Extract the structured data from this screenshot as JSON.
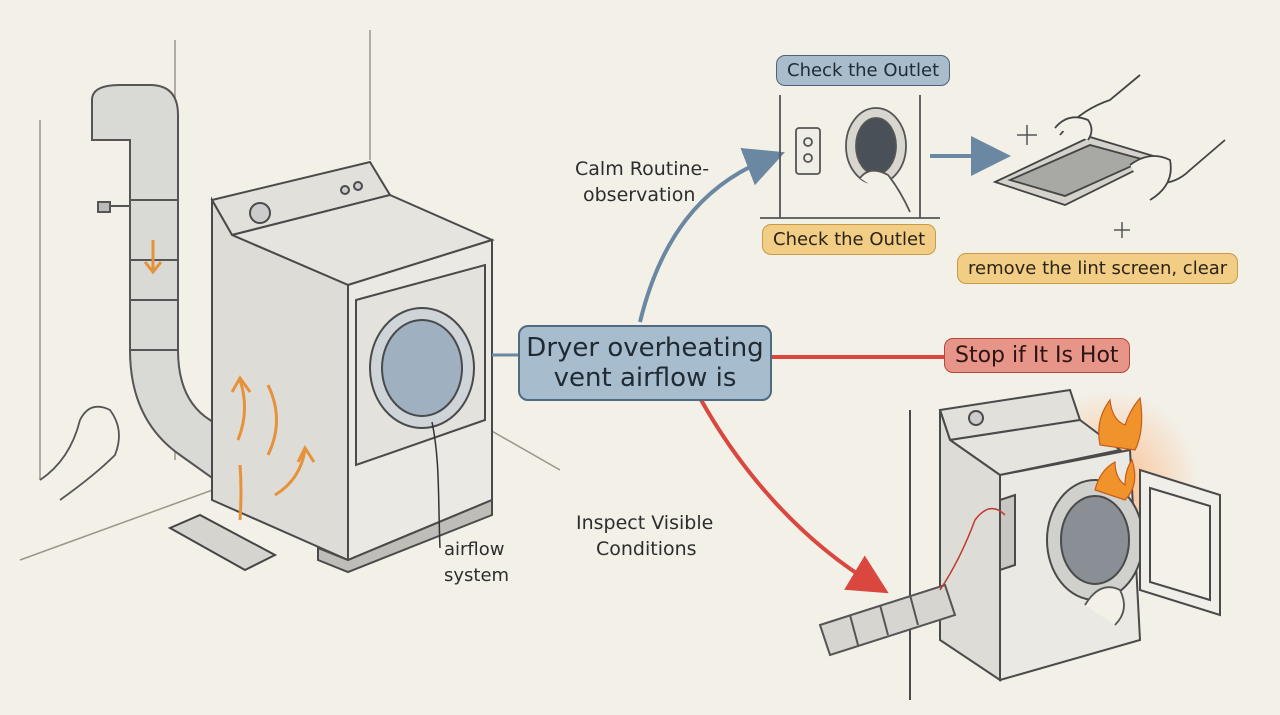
{
  "center_label": {
    "line1": "Dryer overheating",
    "line2": "vent airflow is"
  },
  "labels": {
    "check_outlet_top": "Check the Outlet",
    "check_outlet_bottom": "Check the Outlet",
    "remove_lint": "remove the lint screen, clear",
    "stop_hot": "Stop if It Is Hot"
  },
  "notes": {
    "calm_line1": "Calm Routine-",
    "calm_line2": "observation",
    "inspect_line1": "Inspect Visible",
    "inspect_line2": "Conditions",
    "airflow_line1": "airflow",
    "airflow_line2": "system"
  },
  "colors": {
    "blue_arrow": "#6b88a3",
    "red_arrow": "#d9473f",
    "sketch": "#4a4a4a",
    "flame": "#f0932b"
  }
}
